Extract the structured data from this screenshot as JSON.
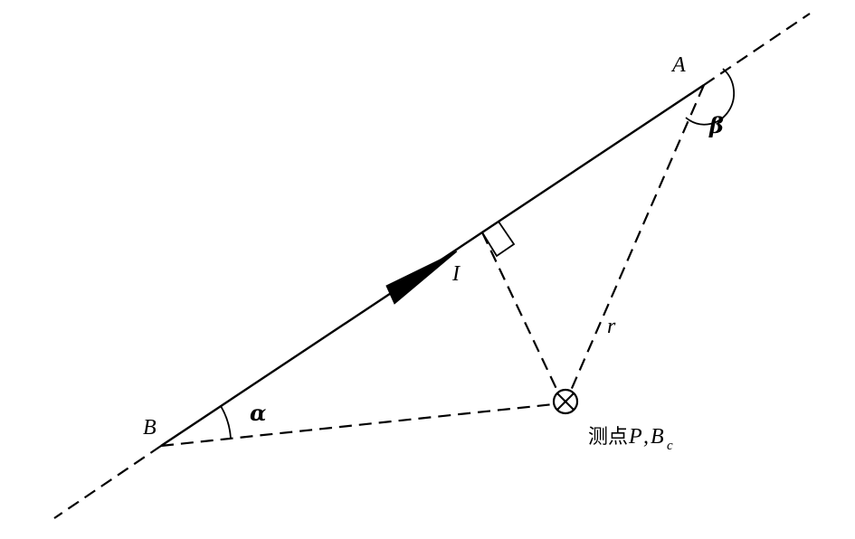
{
  "labels": {
    "point_a": "A",
    "point_b": "B",
    "current": "I",
    "distance": "r",
    "angle_alpha": "α",
    "angle_beta": "β",
    "measure_point_prefix": "测点",
    "measure_point_p": "P",
    "separator": ",",
    "field_symbol": "B",
    "field_subscript": "c"
  },
  "colors": {
    "stroke": "#000000",
    "background": "#ffffff"
  }
}
